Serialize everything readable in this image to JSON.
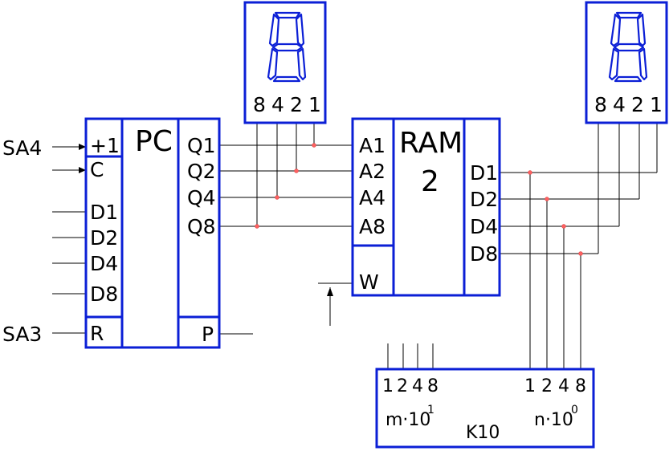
{
  "inputs": {
    "sa4": "SA4",
    "sa3": "SA3"
  },
  "counter": {
    "title": "PC",
    "inc": "+1",
    "clock": "C",
    "data": [
      "D1",
      "D2",
      "D4",
      "D8"
    ],
    "reset": "R",
    "outputs": [
      "Q1",
      "Q2",
      "Q4",
      "Q8"
    ],
    "carry": "P"
  },
  "display_left": {
    "weights": [
      "8",
      "4",
      "2",
      "1"
    ]
  },
  "display_right": {
    "weights": [
      "8",
      "4",
      "2",
      "1"
    ]
  },
  "ram": {
    "title": "RAM",
    "subtitle": "2",
    "address": [
      "A1",
      "A2",
      "A4",
      "A8"
    ],
    "write": "W",
    "data": [
      "D1",
      "D2",
      "D4",
      "D8"
    ]
  },
  "k10": {
    "label": "K10",
    "weights_left": [
      "1",
      "2",
      "4",
      "8"
    ],
    "weights_right": [
      "1",
      "2",
      "4",
      "8"
    ],
    "m_expr": "m·10",
    "m_exp": "1",
    "n_expr": "n·10",
    "n_exp": "0"
  }
}
